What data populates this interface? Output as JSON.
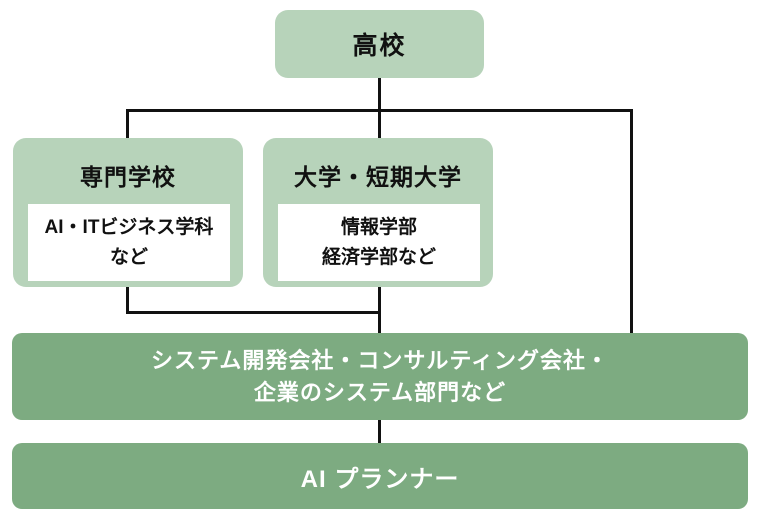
{
  "diagram": {
    "description": "Career path flowchart to AI planner",
    "nodes": {
      "highschool": {
        "label": "高校"
      },
      "vocational": {
        "label": "専門学校",
        "detail_line1": "AI・ITビジネス学科",
        "detail_line2": "など"
      },
      "university": {
        "label": "大学・短期大学",
        "detail_line1": "情報学部",
        "detail_line2": "経済学部など"
      },
      "companies": {
        "label_line1": "システム開発会社・コンサルティング会社・",
        "label_line2": "企業のシステム部門など"
      },
      "planner": {
        "label": "AI プランナー"
      }
    },
    "edges": [
      "highschool -> vocational",
      "highschool -> university",
      "highschool -> companies (direct right path)",
      "vocational -> companies",
      "university -> companies",
      "companies -> planner"
    ]
  },
  "colors": {
    "light_green": "#b7d3ba",
    "dark_green": "#7dab81",
    "line": "#111111",
    "text_dark": "#111111",
    "text_light": "#ffffff",
    "white": "#ffffff"
  }
}
